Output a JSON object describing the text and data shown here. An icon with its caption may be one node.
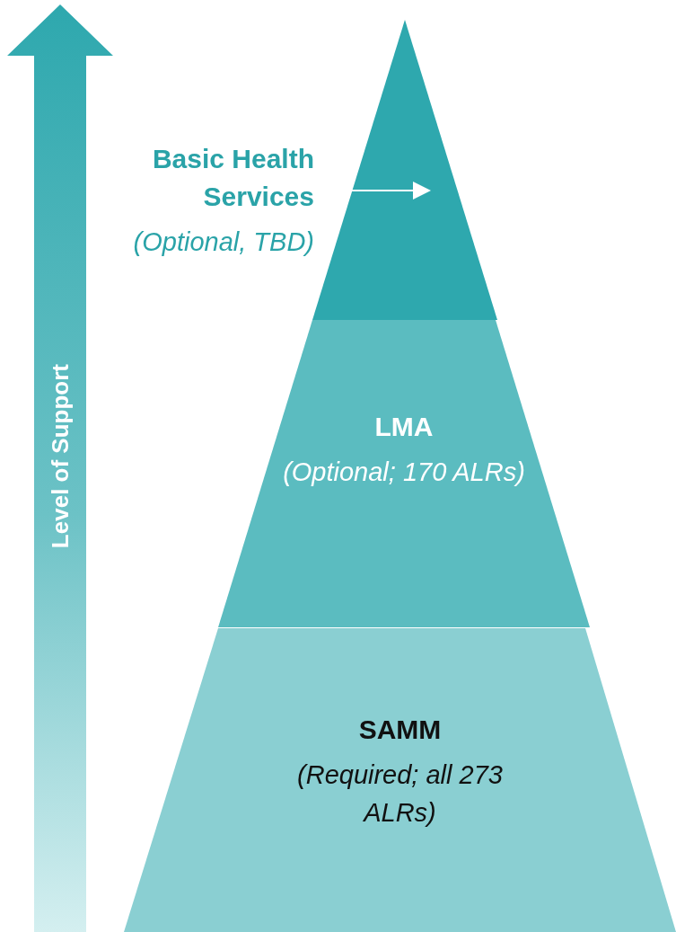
{
  "diagram": {
    "nodes": [
      {
        "text": [
          "Level of Support"
        ]
      },
      {
        "text": [
          "Basic Health Services",
          "(Optional, TBD)"
        ]
      },
      {
        "text": [],
        "shape": "triangle"
      },
      {
        "text": [
          "LMA",
          "(Optional; 170 ALRs)"
        ]
      },
      {
        "text": [
          "SAMM",
          "(Required; all 273 ALRs)"
        ]
      }
    ],
    "edges": [
      {
        "from": 1,
        "to": 2,
        "arrow": "to"
      }
    ]
  }
}
